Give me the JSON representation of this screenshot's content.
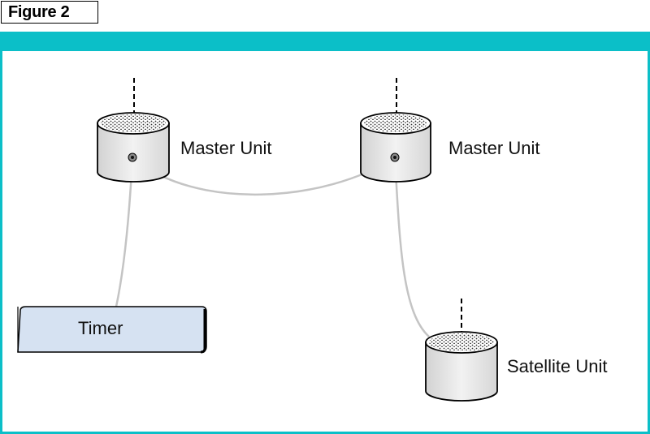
{
  "figure_label": "Figure 2",
  "colors": {
    "frame": "#0bbfc8",
    "cable": "#c4c4c4",
    "timer_fill": "#d6e2f2",
    "cylinder_fill": "#e4e4e4"
  },
  "nodes": {
    "master_unit_1": {
      "label": "Master Unit",
      "icon": "master-unit-speaker-icon"
    },
    "master_unit_2": {
      "label": "Master Unit",
      "icon": "master-unit-speaker-icon"
    },
    "satellite_unit": {
      "label": "Satellite Unit",
      "icon": "satellite-unit-speaker-icon"
    },
    "timer": {
      "label": "Timer"
    }
  },
  "edges": [
    {
      "from": "master_unit_1",
      "to": "timer"
    },
    {
      "from": "master_unit_1",
      "to": "master_unit_2"
    },
    {
      "from": "master_unit_2",
      "to": "satellite_unit"
    }
  ]
}
